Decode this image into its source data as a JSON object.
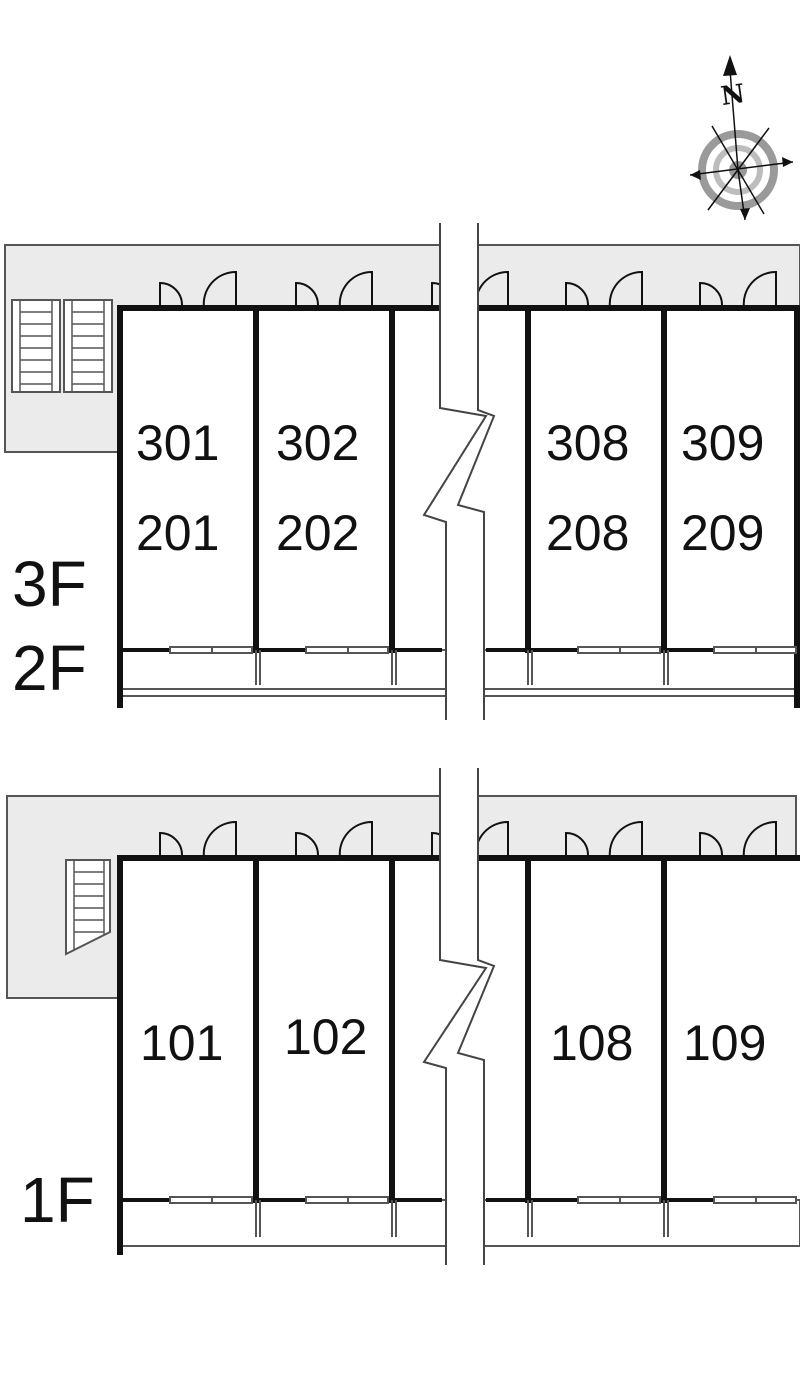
{
  "compass": {
    "north_label": "N",
    "icon": "compass-rose-icon"
  },
  "upper_block": {
    "floor_labels": [
      "3F",
      "2F"
    ],
    "rooms": [
      {
        "top": "301",
        "bottom": "201"
      },
      {
        "top": "302",
        "bottom": "202"
      },
      {
        "top": "308",
        "bottom": "208"
      },
      {
        "top": "309",
        "bottom": "209"
      }
    ]
  },
  "lower_block": {
    "floor_labels": [
      "1F"
    ],
    "rooms": [
      {
        "label": "101"
      },
      {
        "label": "102"
      },
      {
        "label": "108"
      },
      {
        "label": "109"
      }
    ]
  },
  "colors": {
    "corridor": "#ebebeb",
    "wall": "#111111",
    "outline": "#555555",
    "compass_ring": "#9a9a9a"
  }
}
